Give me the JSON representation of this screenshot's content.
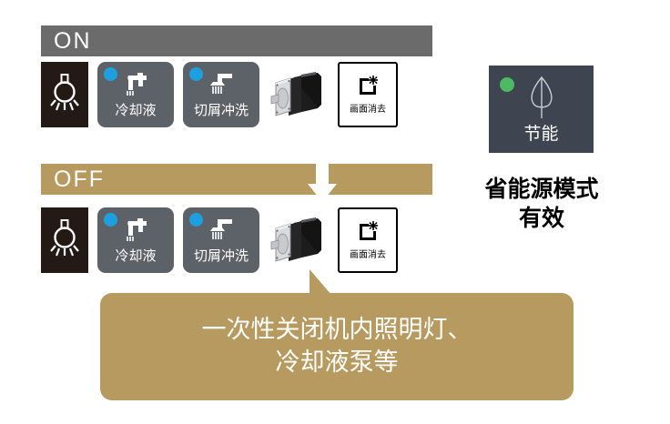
{
  "colors": {
    "on_bar": "#6b6b6b",
    "off_bar": "#b79a5f",
    "callout": "#b79a5f",
    "softkey": "#5d6269",
    "led_blue": "#1e9fe0",
    "led_green": "#4cb963",
    "eco_panel": "#3e4450",
    "lamp_tile": "#231a16",
    "white": "#ffffff",
    "black": "#000000"
  },
  "states": {
    "on": {
      "label": "ON"
    },
    "off": {
      "label": "OFF"
    }
  },
  "devices": {
    "lamp": {
      "icon": "lightbulb-icon"
    },
    "coolant": {
      "label": "冷却液",
      "icon": "faucet-icon",
      "led": "on"
    },
    "chip_flush": {
      "label": "切屑冲洗",
      "icon": "nozzle-shower-icon",
      "led": "on"
    },
    "motor": {
      "icon": "servo-motor-image"
    },
    "screen_clear": {
      "label": "画面消去",
      "icon": "page-sparkle-icon"
    }
  },
  "callout": {
    "line1": "一次性关闭机内照明灯、",
    "line2": "冷却液泵等"
  },
  "eco": {
    "panel_label": "节能",
    "panel_icon": "leaf-icon",
    "led": "on",
    "caption_line1": "省能源模式",
    "caption_line2": "有效"
  },
  "arrow": {
    "direction": "down",
    "icon": "arrow-down-icon"
  }
}
